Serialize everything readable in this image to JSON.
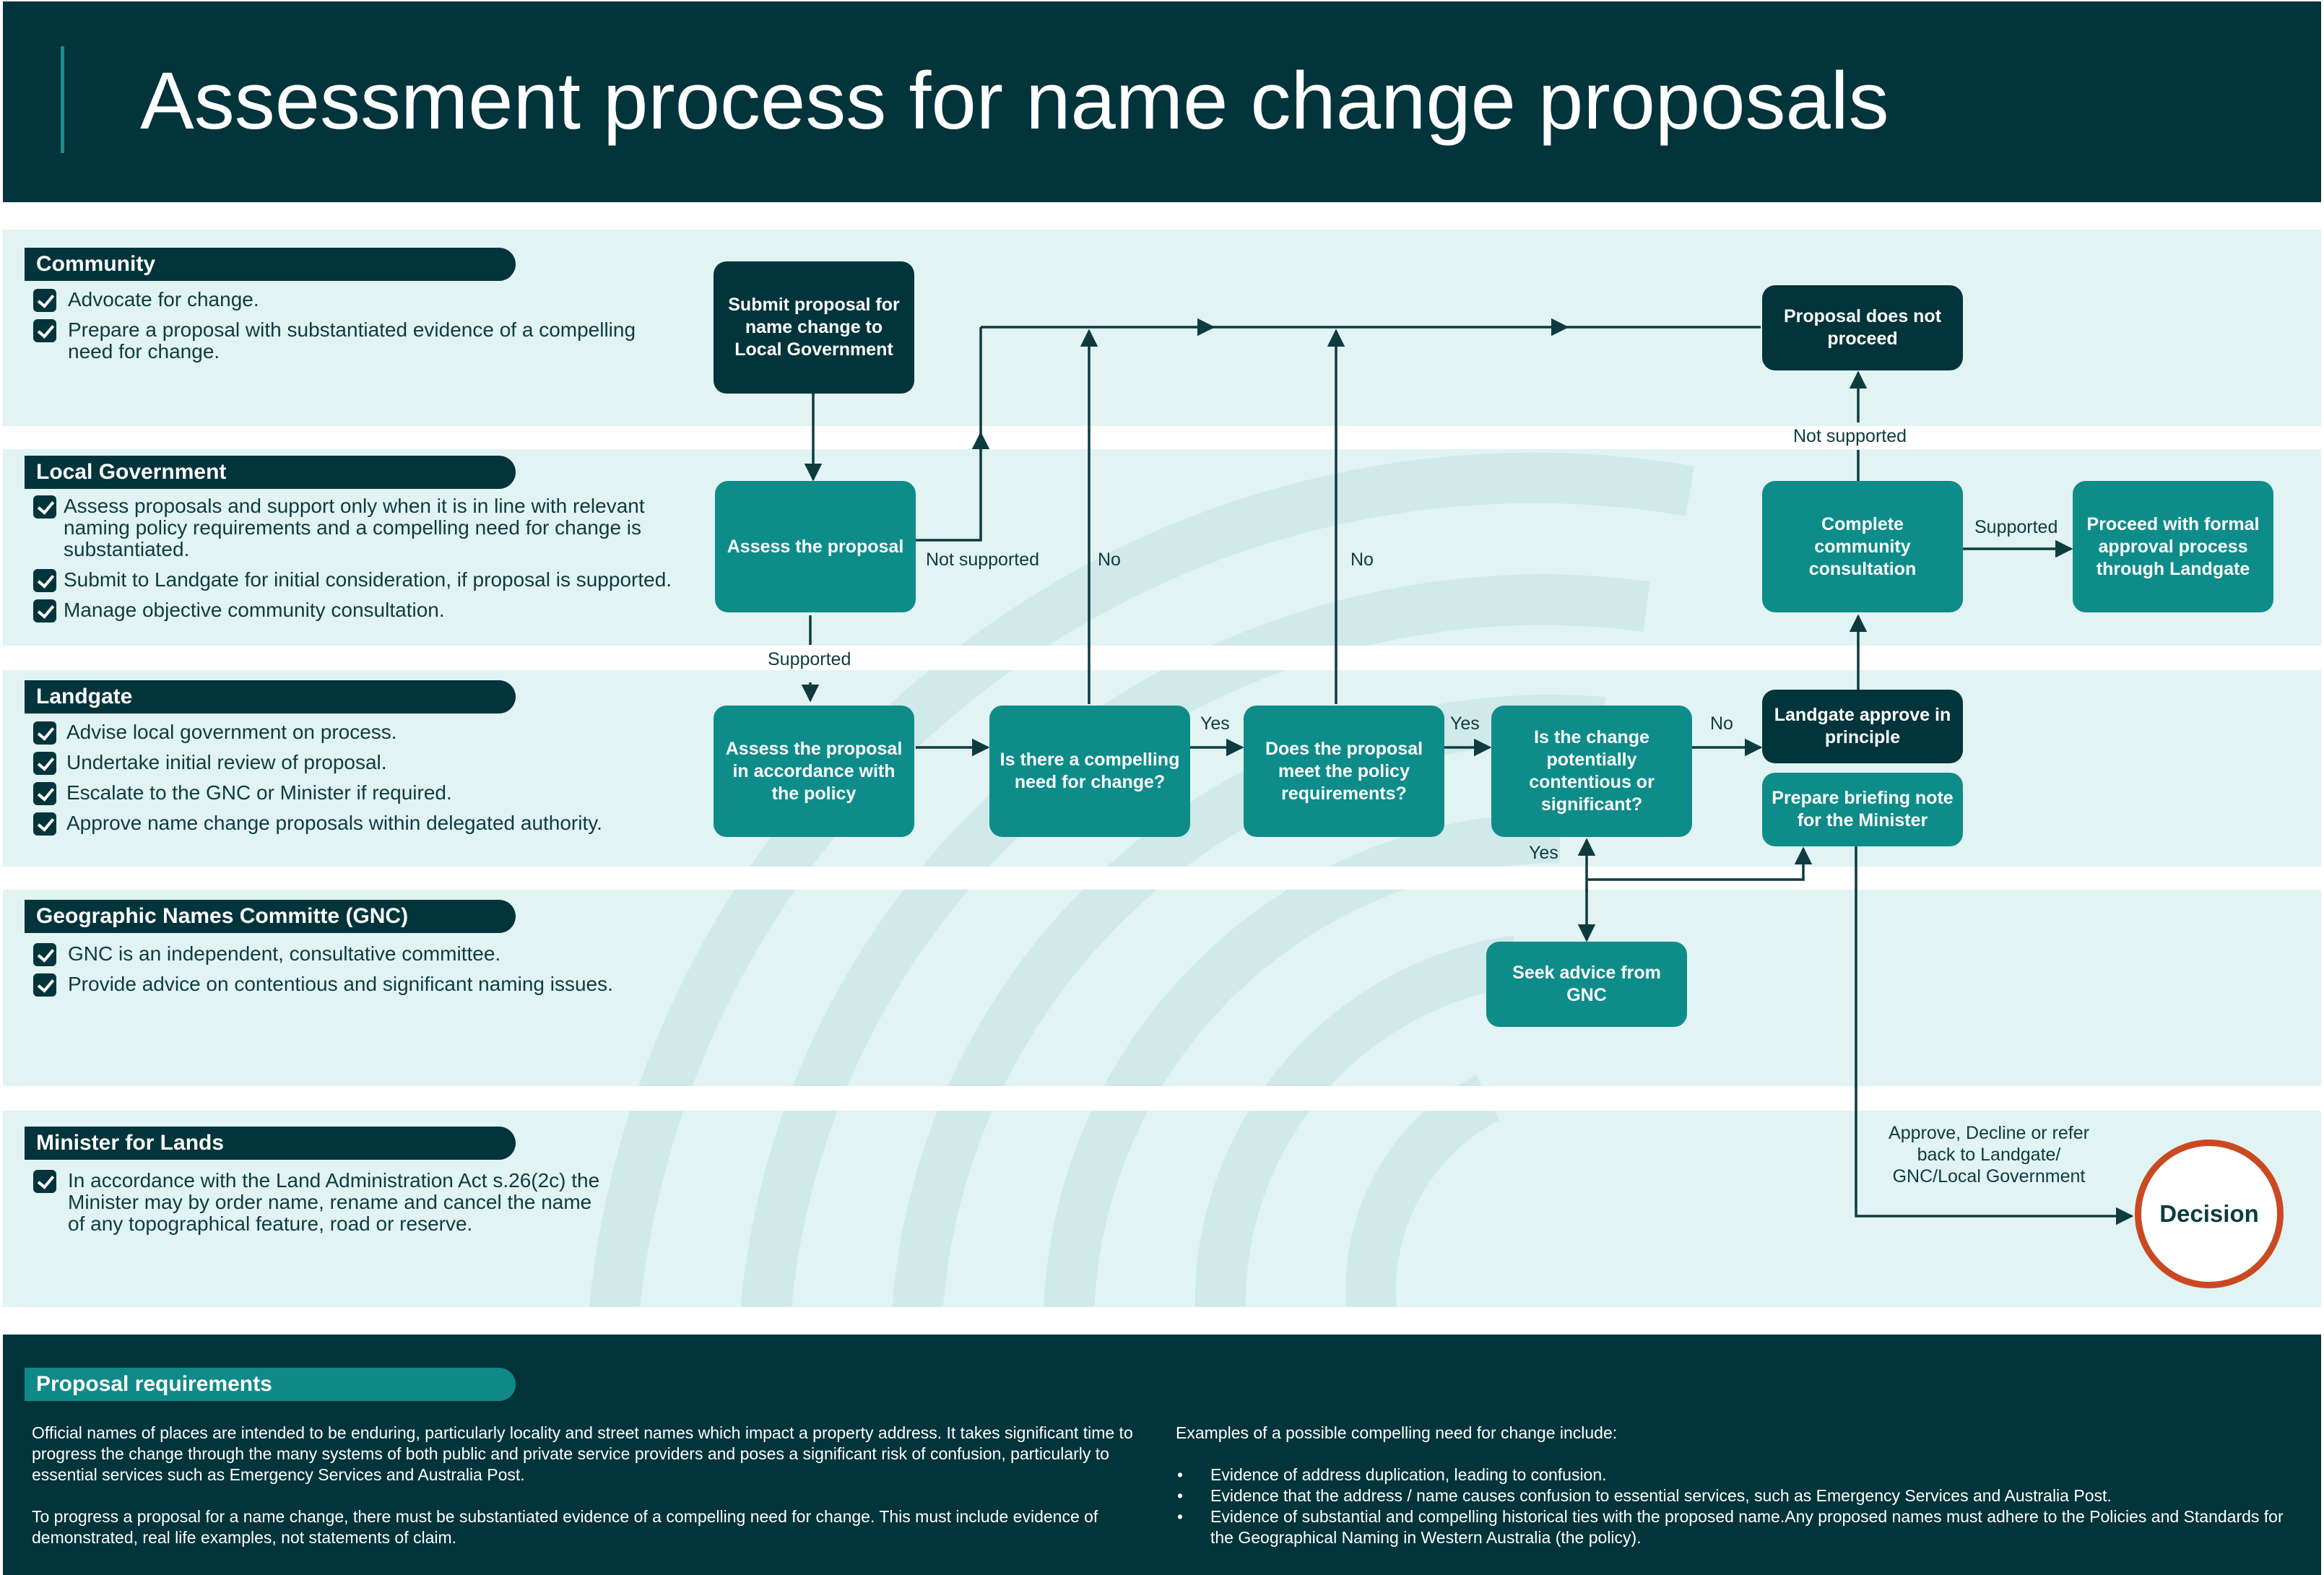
{
  "title": "Assessment process for name change proposals",
  "lanes": [
    {
      "name": "Community",
      "items": [
        "Advocate for change.",
        "Prepare a proposal with substantiated evidence of a compelling need for change."
      ]
    },
    {
      "name": "Local Government",
      "items": [
        "Assess proposals and support only when it is in line with relevant naming policy requirements and a compelling need for change is substantiated.",
        "Submit to Landgate for initial consideration, if proposal is supported.",
        "Manage objective community consultation."
      ]
    },
    {
      "name": "Landgate",
      "items": [
        "Advise local government on process.",
        "Undertake initial review of proposal.",
        "Escalate to the GNC or Minister if required.",
        "Approve name change proposals within delegated authority."
      ]
    },
    {
      "name": "Geographic Names Committe (GNC)",
      "items": [
        "GNC is an independent, consultative committee.",
        "Provide advice on contentious and significant naming issues."
      ]
    },
    {
      "name": "Minister for Lands",
      "items": [
        "In accordance with the Land Administration Act s.26(2c) the Minister may by order name, rename and cancel the name of any topographical feature, road or reserve."
      ]
    }
  ],
  "nodes": {
    "submit": "Submit proposal for name change to Local Government",
    "assess": "Assess the proposal",
    "assess_policy": "Assess the proposal in accordance with the policy",
    "compelling": "Is there a compelling need for change?",
    "policy_req": "Does the proposal meet the policy requirements?",
    "contentious": "Is the change potentially contentious or significant?",
    "not_proceed": "Proposal does not proceed",
    "consultation": "Complete community consultation",
    "formal_approval": "Proceed with formal approval process through Landgate",
    "approve_principle": "Landgate approve in principle",
    "briefing": "Prepare briefing note for the Minister",
    "gnc_advice": "Seek advice from GNC",
    "decision": "Decision"
  },
  "edge_labels": {
    "not_supported_1": "Not supported",
    "supported_1": "Supported",
    "no_1": "No",
    "no_2": "No",
    "yes_1": "Yes",
    "yes_2": "Yes",
    "no_3": "No",
    "yes_3": "Yes",
    "not_supported_2": "Not supported",
    "supported_2": "Supported",
    "decision_note": "Approve, Decline or refer back to Landgate/ GNC/Local Government"
  },
  "footer": {
    "heading": "Proposal requirements",
    "left_p1": "Official names of places are intended to be enduring, particularly locality and street names which impact a property address. It takes significant time to progress the change through the many systems of both public and private service providers and poses a significant risk of confusion, particularly to essential services such as Emergency Services and Australia Post.",
    "left_p2": "To progress a proposal for a name change, there must be substantiated evidence of a compelling need for change. This must include evidence of demonstrated, real life examples, not statements of claim.",
    "right_intro": "Examples of a possible compelling need for change include:",
    "right_bullets": [
      "Evidence of address duplication, leading to confusion.",
      "Evidence that the address / name causes confusion to essential services, such as Emergency Services and Australia Post.",
      "Evidence of substantial and compelling historical ties with the proposed name.Any proposed names must adhere to the Policies and Standards for the Geographical Naming in Western Australia (the policy)."
    ]
  },
  "colors": {
    "dark": "#02343b",
    "teal": "#0e8c8a",
    "band": "#e2f3f3",
    "decision_ring": "#c94a22"
  }
}
